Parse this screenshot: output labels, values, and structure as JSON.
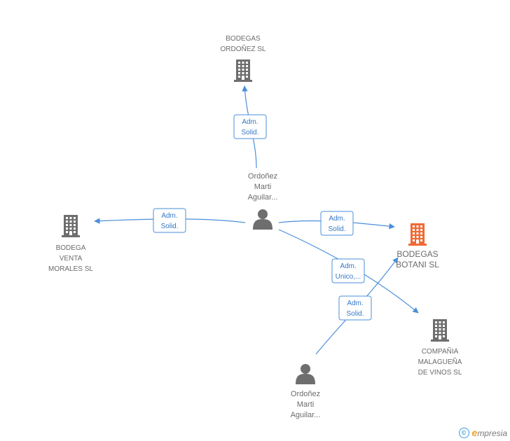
{
  "colors": {
    "edge": "#4a8fd9",
    "company_default": "#6e6e6e",
    "company_focus": "#f06a35",
    "person": "#6e6e6e"
  },
  "nodes": [
    {
      "id": "bodegas_ordonez",
      "kind": "company",
      "lines": [
        "BODEGAS",
        "ORDOÑEZ  SL"
      ],
      "focus": false
    },
    {
      "id": "bodega_venta_morales",
      "kind": "company",
      "lines": [
        "BODEGA",
        "VENTA",
        "MORALES SL"
      ],
      "focus": false
    },
    {
      "id": "bodegas_botani",
      "kind": "company",
      "lines": [
        "BODEGAS",
        "BOTANI SL"
      ],
      "focus": true
    },
    {
      "id": "compania_malaguena",
      "kind": "company",
      "lines": [
        "COMPAÑIA",
        "MALAGUEÑA",
        "DE VINOS SL"
      ],
      "focus": false
    },
    {
      "id": "person_1",
      "kind": "person",
      "lines": [
        "Ordoñez",
        "Marti",
        "Aguilar..."
      ]
    },
    {
      "id": "person_2",
      "kind": "person",
      "lines": [
        "Ordoñez",
        "Marti",
        "Aguilar..."
      ]
    }
  ],
  "edges": [
    {
      "from": "person_1",
      "to": "bodegas_ordonez",
      "label": [
        "Adm.",
        "Solid."
      ]
    },
    {
      "from": "person_1",
      "to": "bodega_venta_morales",
      "label": [
        "Adm.",
        "Solid."
      ]
    },
    {
      "from": "person_1",
      "to": "bodegas_botani",
      "label": [
        "Adm.",
        "Solid."
      ]
    },
    {
      "from": "person_1",
      "to": "compania_malaguena",
      "label": [
        "Adm.",
        "Unico,..."
      ]
    },
    {
      "from": "person_2",
      "to": "bodegas_botani",
      "label": [
        "Adm.",
        "Solid."
      ]
    }
  ],
  "footer": {
    "copyright": "©",
    "brand_initial": "e",
    "brand_rest": "mpresia"
  }
}
